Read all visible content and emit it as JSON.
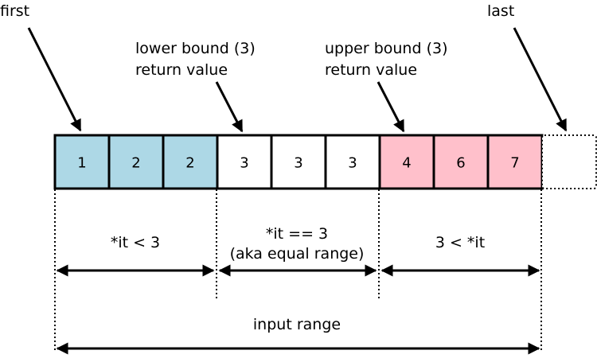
{
  "labels": {
    "first": "first",
    "last": "last",
    "lower_bound_line1": "lower bound (3)",
    "lower_bound_line2": "return value",
    "upper_bound_line1": "upper bound (3)",
    "upper_bound_line2": "return value",
    "less_range": "*it < 3",
    "equal_range_line1": "*it == 3",
    "equal_range_line2": "(aka equal range)",
    "greater_range": "3 < *it",
    "input_range": "input range"
  },
  "cells": [
    {
      "value": "1",
      "group": "less"
    },
    {
      "value": "2",
      "group": "less"
    },
    {
      "value": "2",
      "group": "less"
    },
    {
      "value": "3",
      "group": "equal"
    },
    {
      "value": "3",
      "group": "equal"
    },
    {
      "value": "3",
      "group": "equal"
    },
    {
      "value": "4",
      "group": "greater"
    },
    {
      "value": "6",
      "group": "greater"
    },
    {
      "value": "7",
      "group": "greater"
    },
    {
      "value": "",
      "group": "end"
    }
  ],
  "colors": {
    "less": "#add8e6",
    "equal": "#ffffff",
    "greater": "#ffc0cb",
    "stroke": "#000000"
  }
}
